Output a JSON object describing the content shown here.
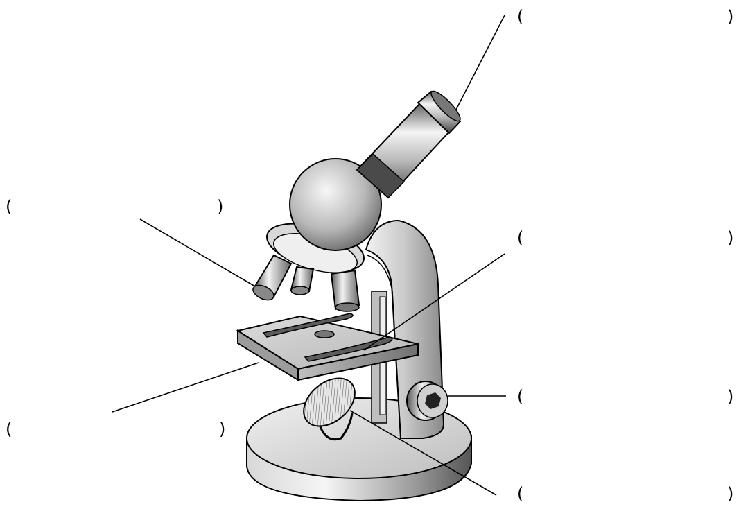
{
  "labels": [
    {
      "id": "eyepiece",
      "open": "(",
      "close": ")"
    },
    {
      "id": "objective",
      "open": "(",
      "close": ")"
    },
    {
      "id": "clip",
      "open": "(",
      "close": ")"
    },
    {
      "id": "stage",
      "open": "(",
      "close": ")"
    },
    {
      "id": "focus-knob",
      "open": "(",
      "close": ")"
    },
    {
      "id": "mirror",
      "open": "(",
      "close": ")"
    }
  ]
}
